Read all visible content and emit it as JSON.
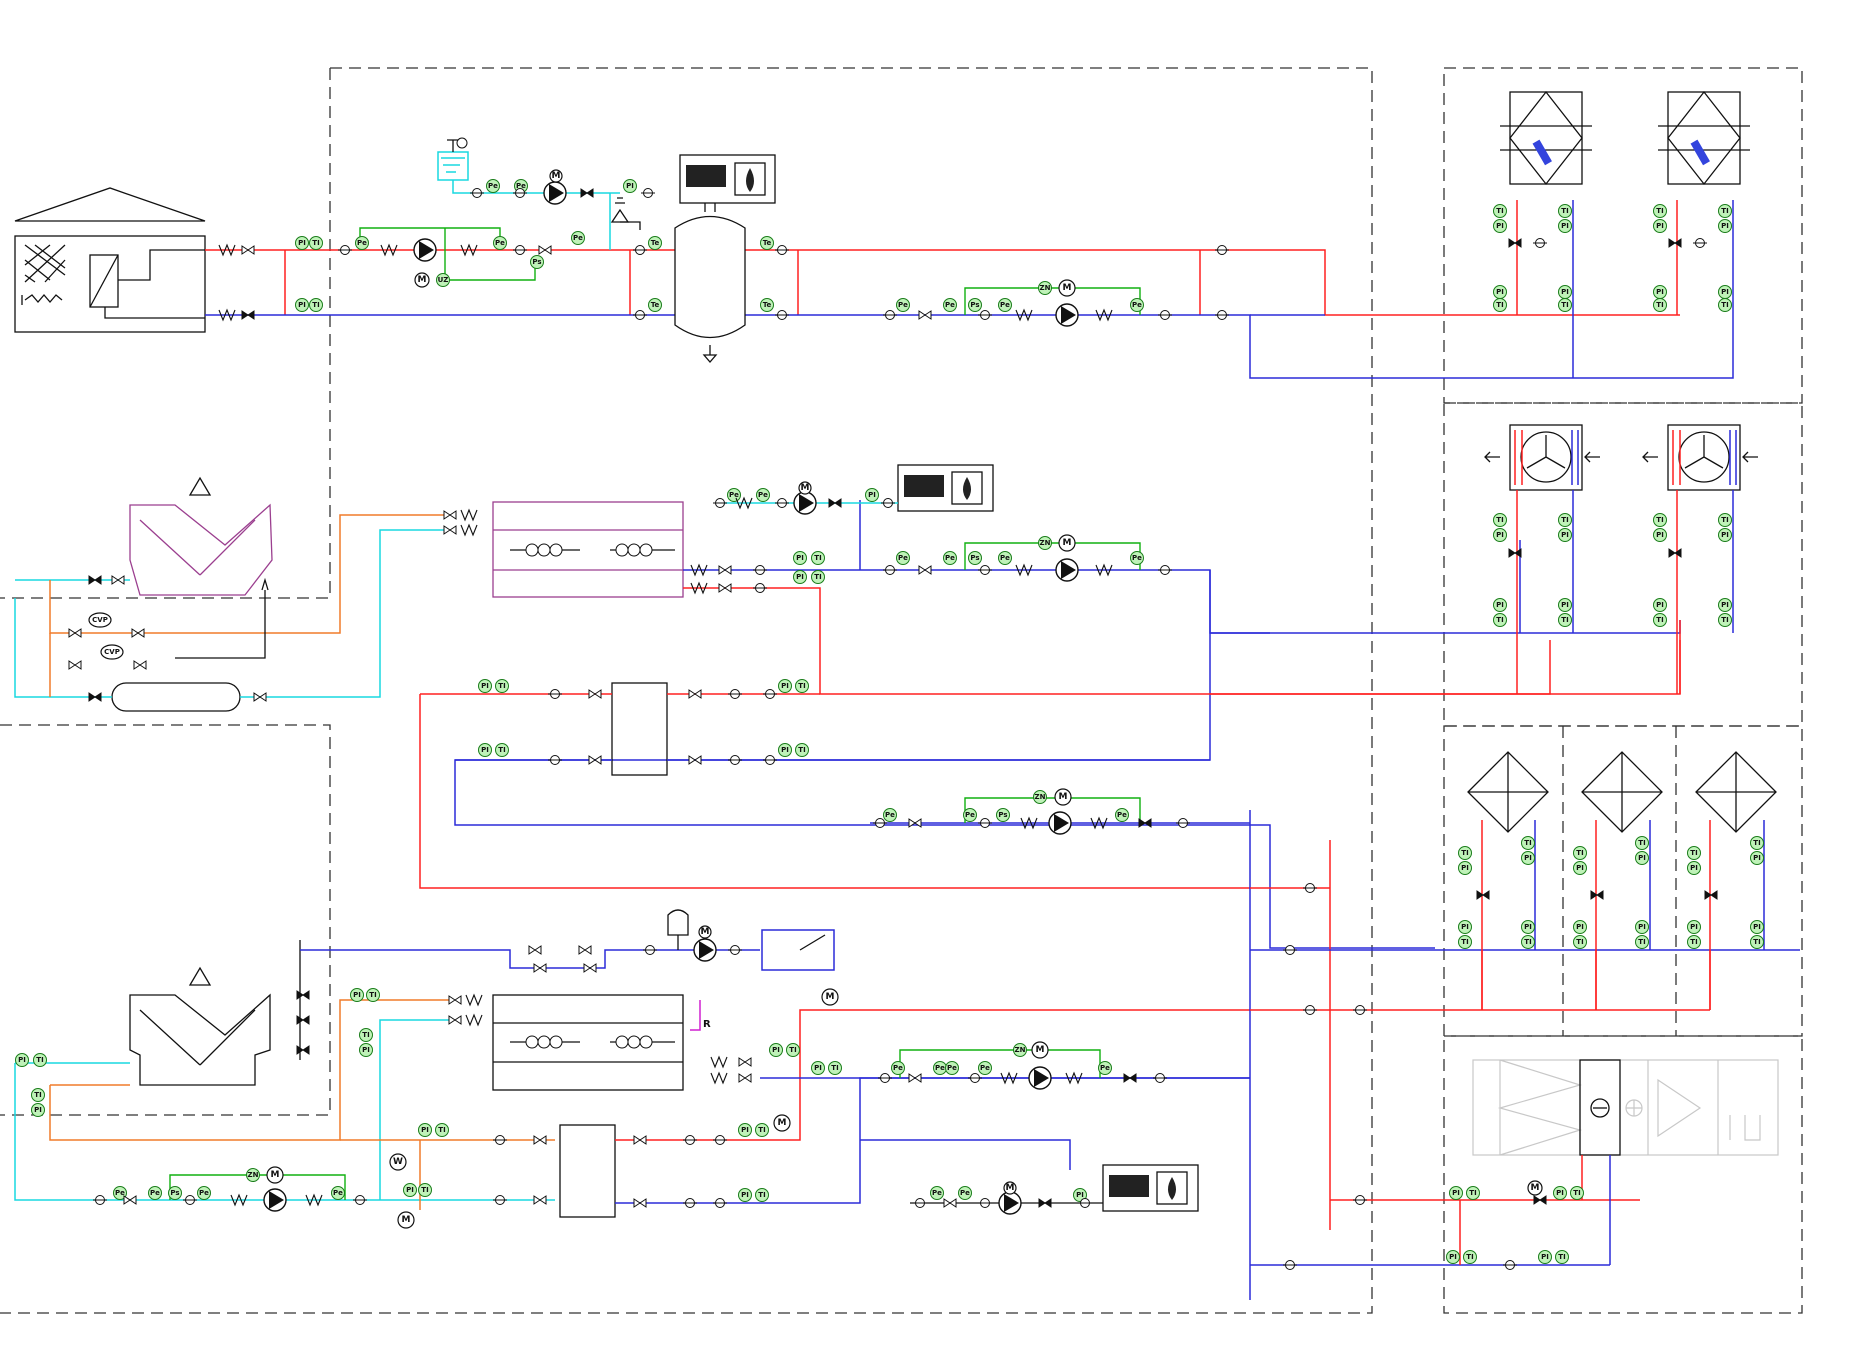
{
  "labels": {
    "pi": "PI",
    "ti": "TI",
    "pe": "Pe",
    "ps": "Ps",
    "te": "Te",
    "zn": "ZN",
    "uz": "UZ",
    "m": "M",
    "w": "W",
    "r": "R",
    "cvp": "CVP"
  },
  "colors": {
    "supply": "#ff2020",
    "return": "#2b2bd9",
    "cold_water": "#18d8e0",
    "refrigerant": "#f07b2a",
    "control": "#10b010",
    "equipment": "#9b3f8f"
  }
}
